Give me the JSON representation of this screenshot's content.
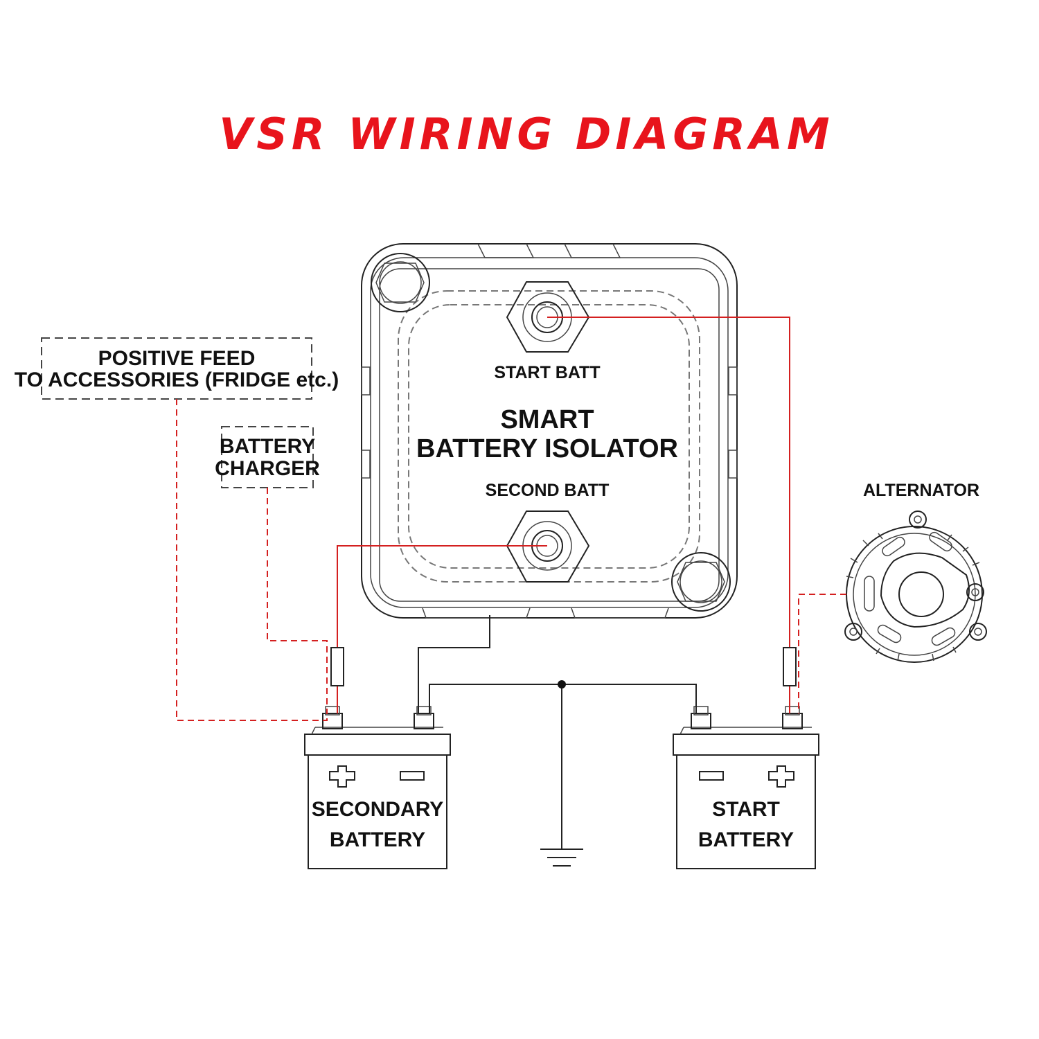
{
  "title": "VSR WIRING DIAGRAM",
  "colors": {
    "title": "#e8141c",
    "positive_wire": "#d42020",
    "negative_wire": "#222222",
    "line_art": "#222222"
  },
  "isolator": {
    "name_line1": "SMART",
    "name_line2": "BATTERY ISOLATOR",
    "terminal_top_label": "START BATT",
    "terminal_bottom_label": "SECOND BATT"
  },
  "accessories": {
    "line1": "POSITIVE FEED",
    "line2": "TO ACCESSORIES (FRIDGE etc.)"
  },
  "charger": {
    "line1": "BATTERY",
    "line2": "CHARGER"
  },
  "alternator": {
    "label": "ALTERNATOR"
  },
  "secondary_battery": {
    "line1": "SECONDARY",
    "line2": "BATTERY"
  },
  "start_battery": {
    "line1": "START",
    "line2": "BATTERY"
  }
}
